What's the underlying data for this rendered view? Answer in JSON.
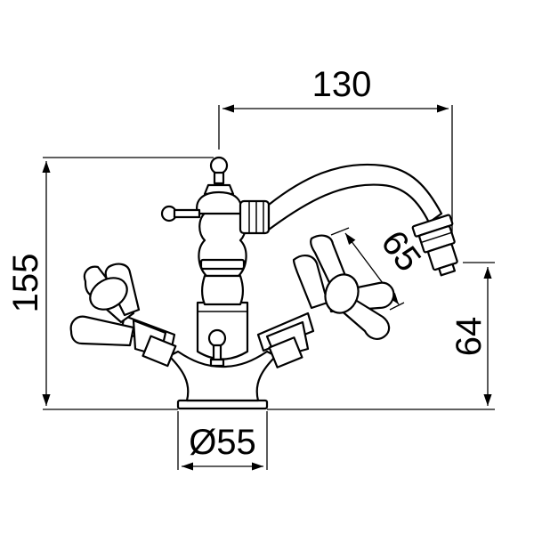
{
  "dimensions": {
    "width_top": "130",
    "height_total": "155",
    "handle_length": "65",
    "spout_height": "64",
    "base_diameter": "Ø55"
  },
  "colors": {
    "line": "#000000",
    "background": "#ffffff"
  }
}
